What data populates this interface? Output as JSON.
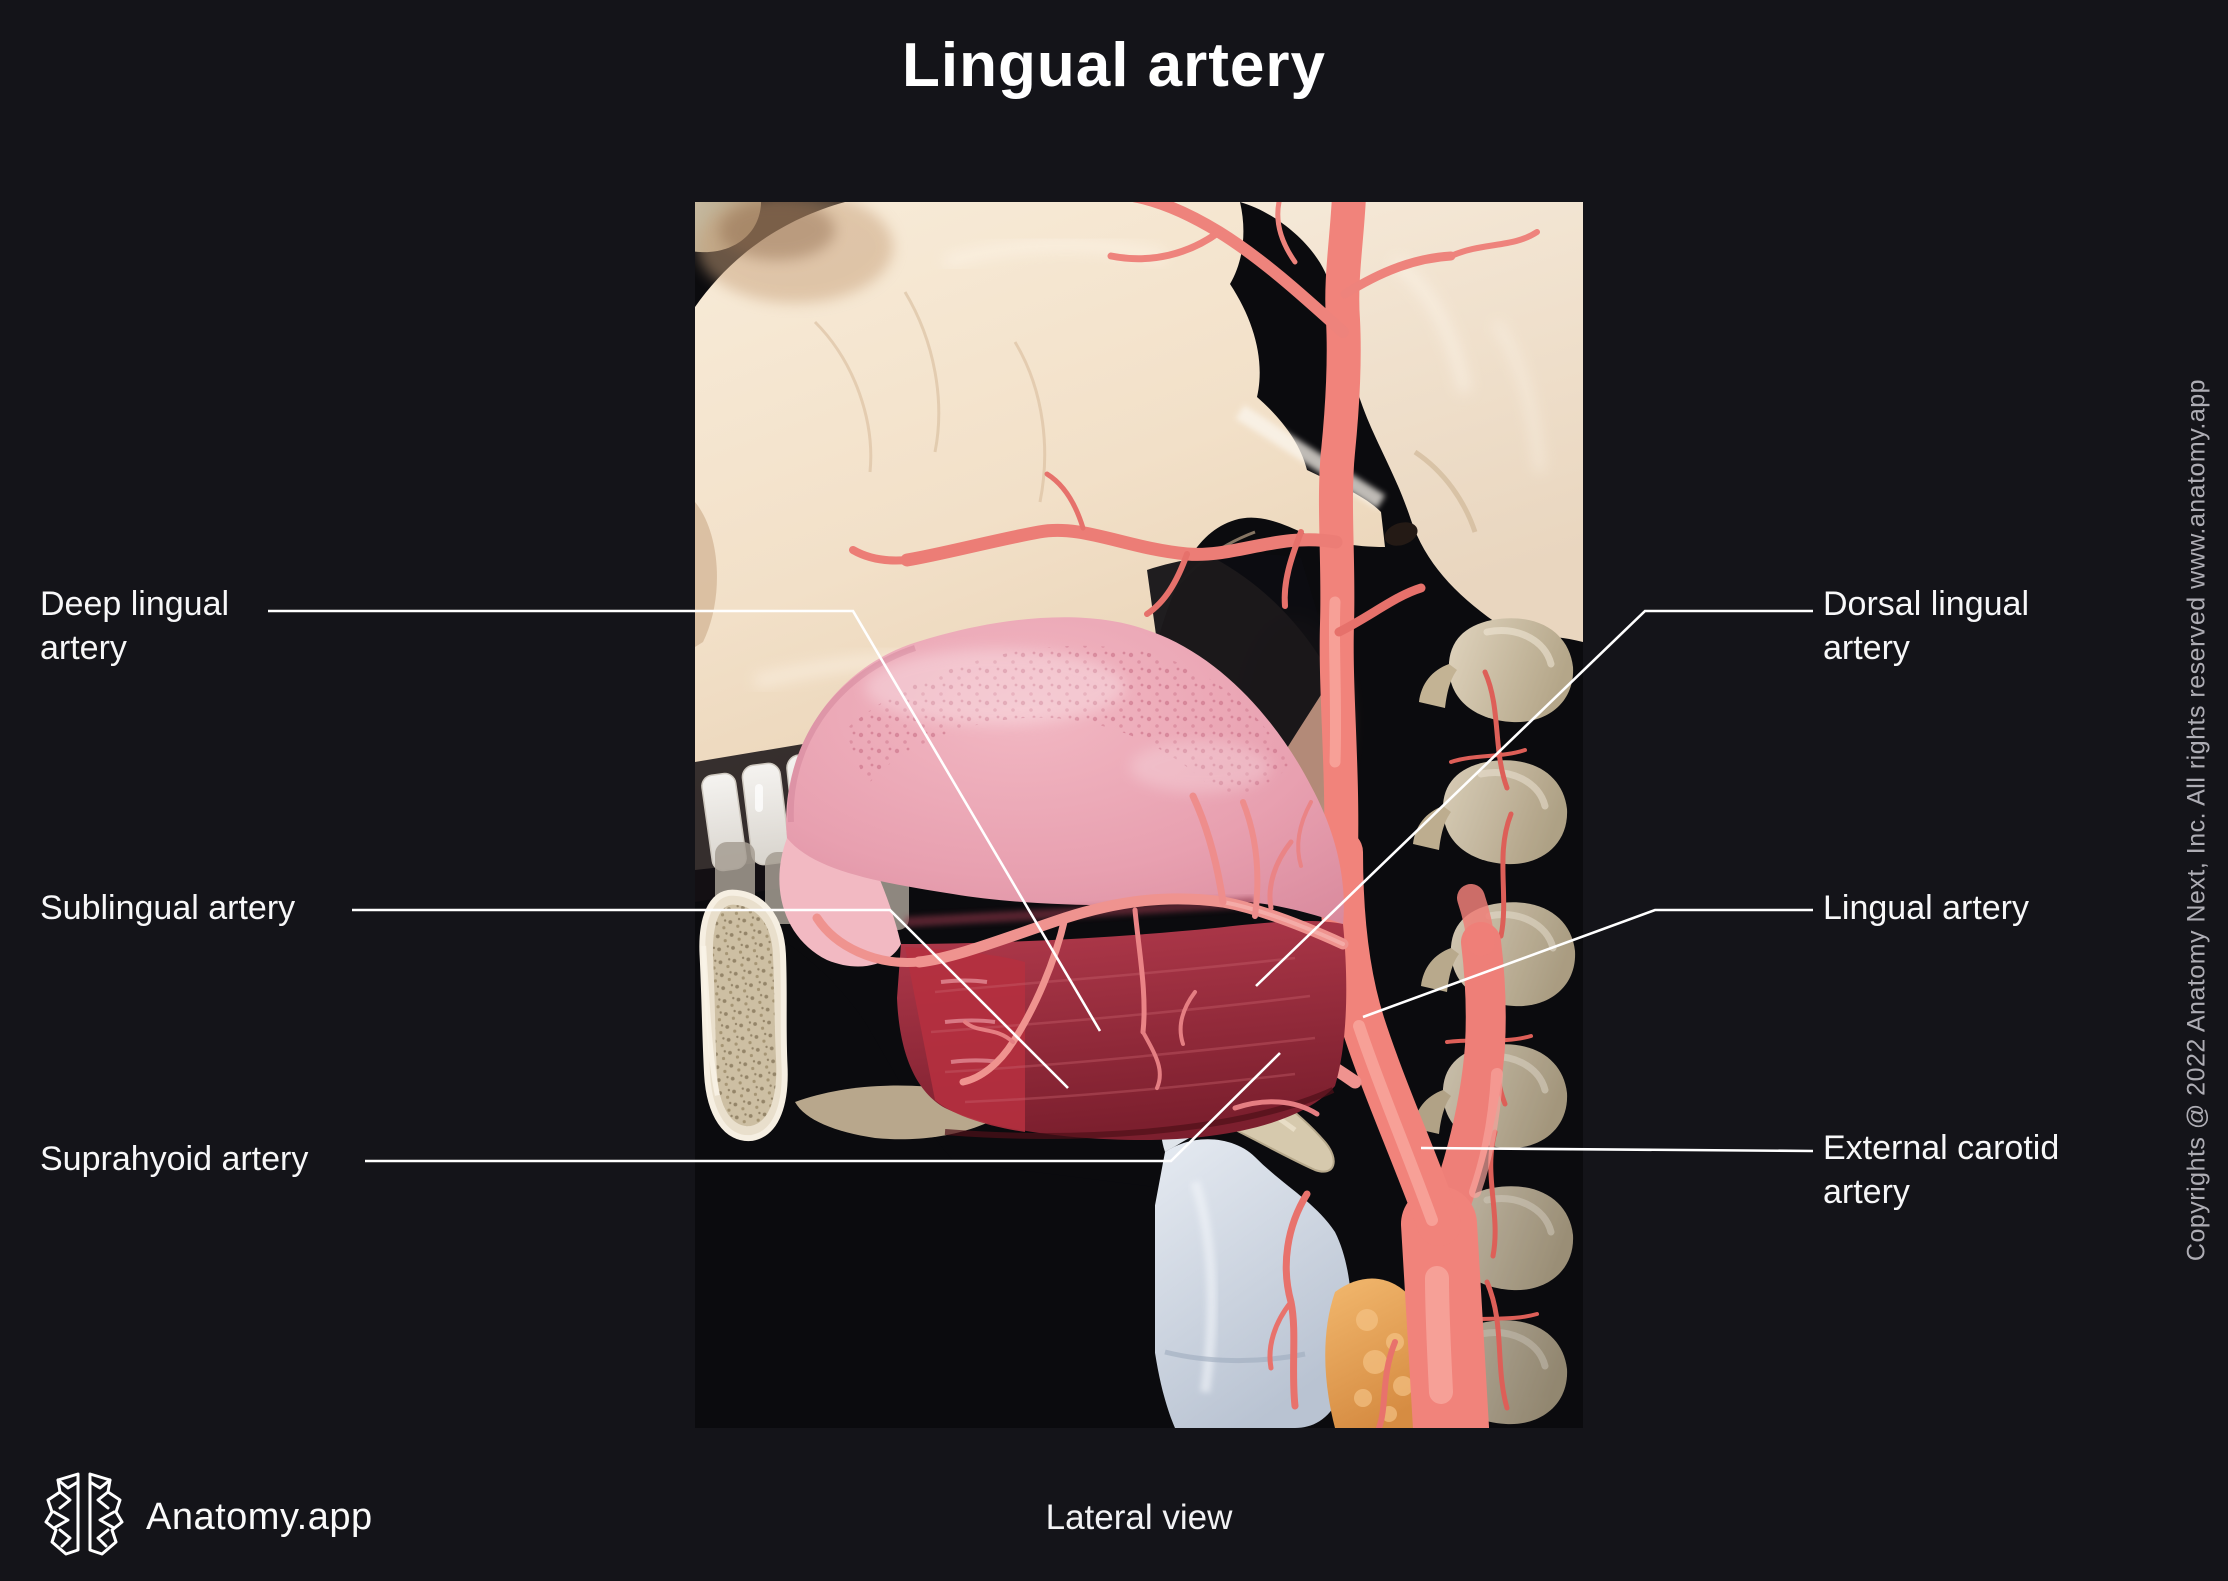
{
  "title": "Lingual artery",
  "labels": {
    "left": [
      {
        "id": "deep-lingual-artery",
        "text": "Deep lingual\nartery"
      },
      {
        "id": "sublingual-artery",
        "text": "Sublingual artery"
      },
      {
        "id": "suprahyoid-artery",
        "text": "Suprahyoid artery"
      }
    ],
    "right": [
      {
        "id": "dorsal-lingual-artery",
        "text": "Dorsal lingual\nartery"
      },
      {
        "id": "lingual-artery",
        "text": "Lingual artery"
      },
      {
        "id": "external-carotid-artery",
        "text": "External carotid\nartery"
      }
    ]
  },
  "footer": {
    "brand": "Anatomy.app",
    "view": "Lateral view"
  },
  "copyright": "Copyrights @ 2022 Anatomy Next, Inc. All rights reserved www.anatomy.app",
  "icons": [
    {
      "name": "anatomy-brain-logo"
    }
  ],
  "colors": {
    "background": "#141419",
    "text": "#f7f7f8",
    "muted_text": "#aeadb4",
    "leader_line": "#ffffff",
    "artery": "#f1837b",
    "bone": "#f3e2cd",
    "tongue": "#e8a2b1",
    "tongue_muscle": "#a03245",
    "larynx": "#ccd4e0",
    "thyroid_gland": "#e8a35e"
  }
}
